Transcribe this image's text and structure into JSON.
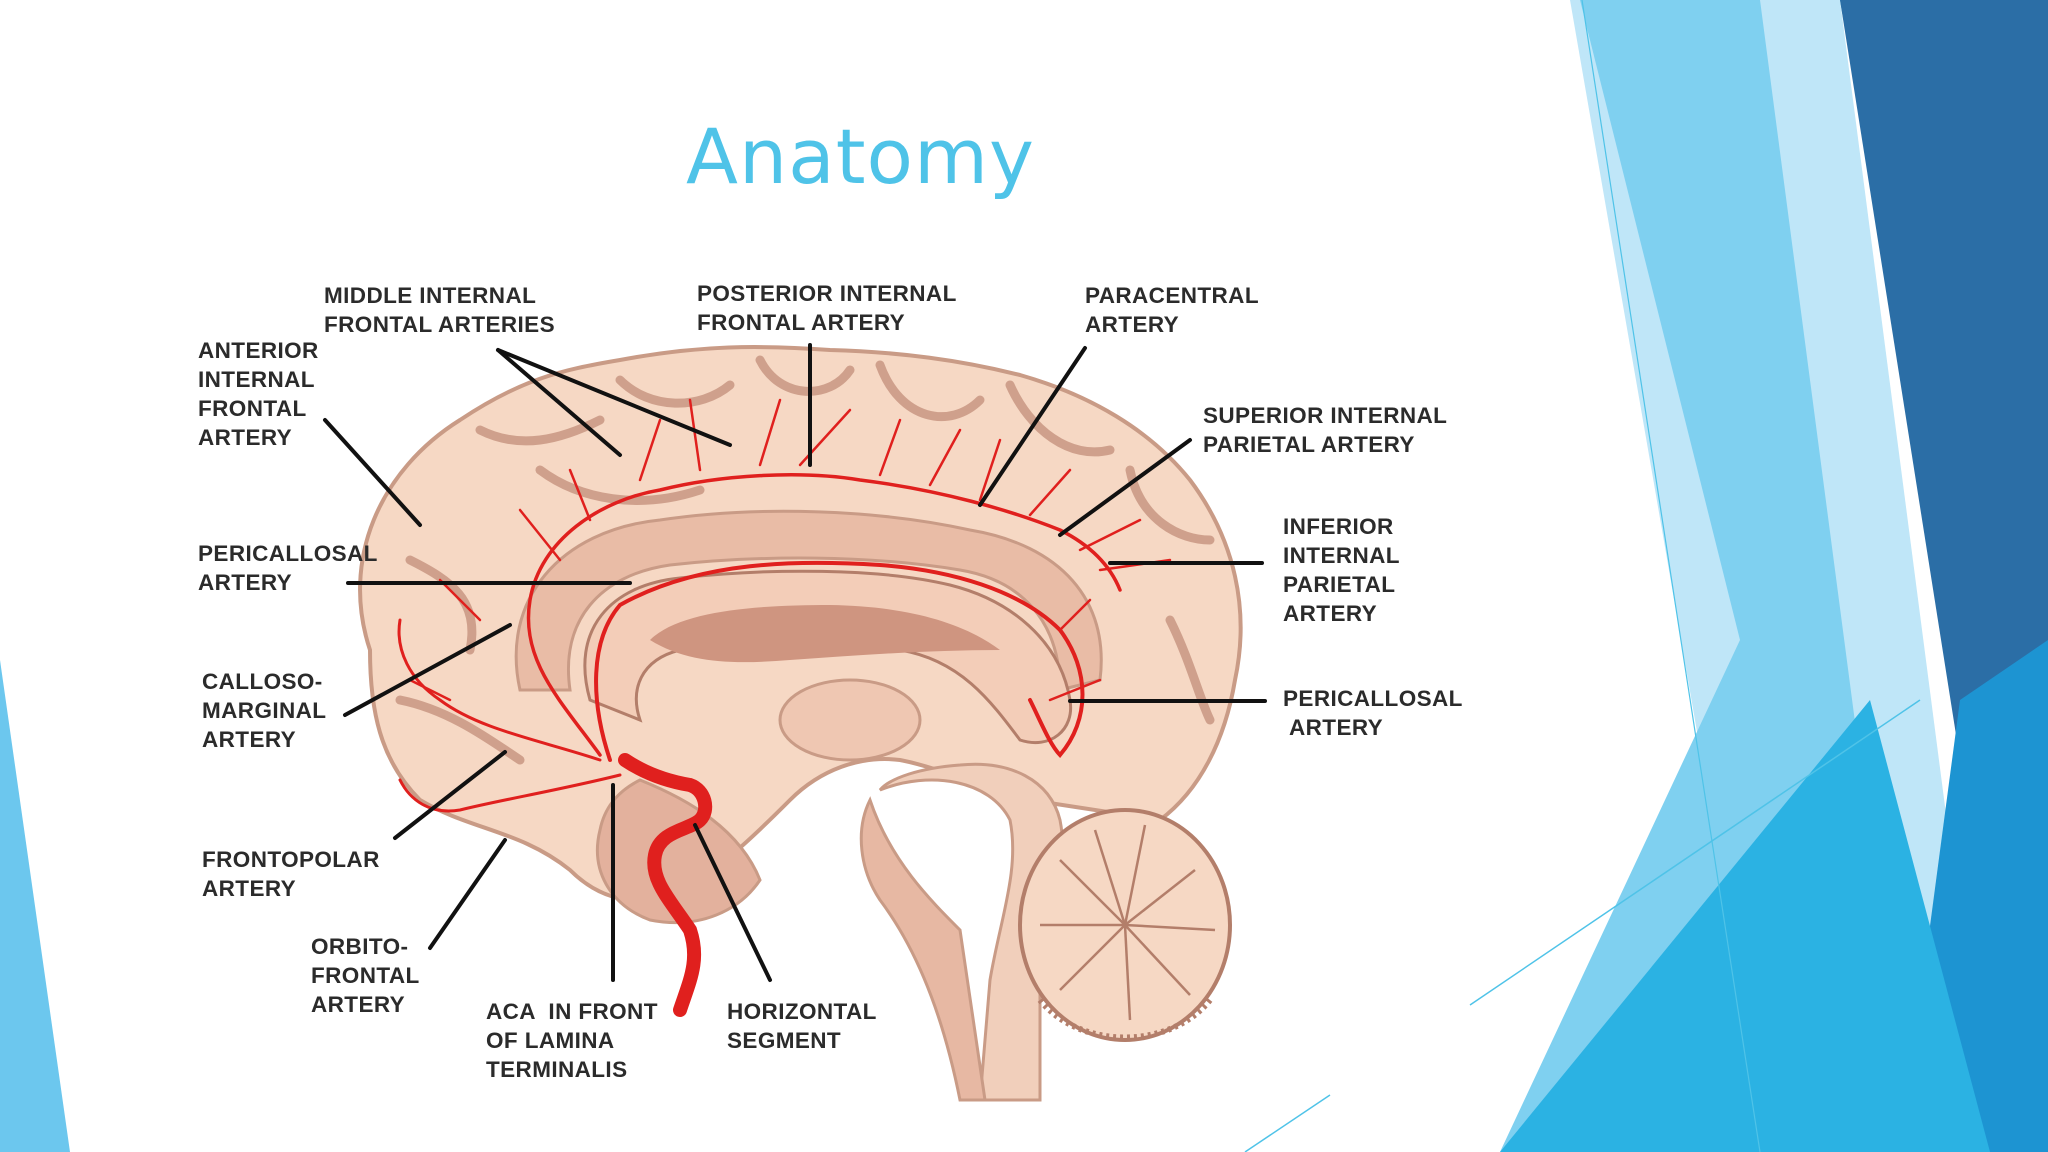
{
  "slide": {
    "title": "Anatomy",
    "accent_color": "#4fc3e8",
    "theme_colors": [
      "#2b6ea6",
      "#1d94d2",
      "#39b4e6",
      "#7fd0f0",
      "#b9e4f7"
    ]
  },
  "diagram": {
    "line_color": "#111111",
    "artery_color": "#e0201e",
    "brain_fill": "#f6d8c4",
    "brain_deep_fill": "#d9a28c",
    "labels": {
      "middle_internal_frontal": [
        "MIDDLE INTERNAL",
        "FRONTAL ARTERIES"
      ],
      "posterior_internal_frontal": [
        "POSTERIOR INTERNAL",
        "FRONTAL ARTERY"
      ],
      "paracentral": [
        "PARACENTRAL",
        "ARTERY"
      ],
      "anterior_internal_frontal": [
        "ANTERIOR",
        "INTERNAL",
        "FRONTAL",
        "ARTERY"
      ],
      "superior_internal_parietal": [
        "SUPERIOR INTERNAL",
        "PARIETAL ARTERY"
      ],
      "pericallosal_left": [
        "PERICALLOSAL",
        "ARTERY"
      ],
      "inferior_internal_parietal": [
        "INFERIOR",
        "INTERNAL",
        "PARIETAL",
        "ARTERY"
      ],
      "callosomarginal": [
        "CALLOSO-",
        "MARGINAL",
        "ARTERY"
      ],
      "pericallosal_right": [
        "PERICALLOSAL",
        "ARTERY"
      ],
      "frontopolar": [
        "FRONTOPOLAR",
        "ARTERY"
      ],
      "orbitofrontal": [
        "ORBITO-",
        "FRONTAL",
        "ARTERY"
      ],
      "aca_lamina": [
        "ACA  IN FRONT",
        "OF LAMINA",
        "TERMINALIS"
      ],
      "horizontal_segment": [
        "HORIZONTAL",
        "SEGMENT"
      ]
    }
  }
}
